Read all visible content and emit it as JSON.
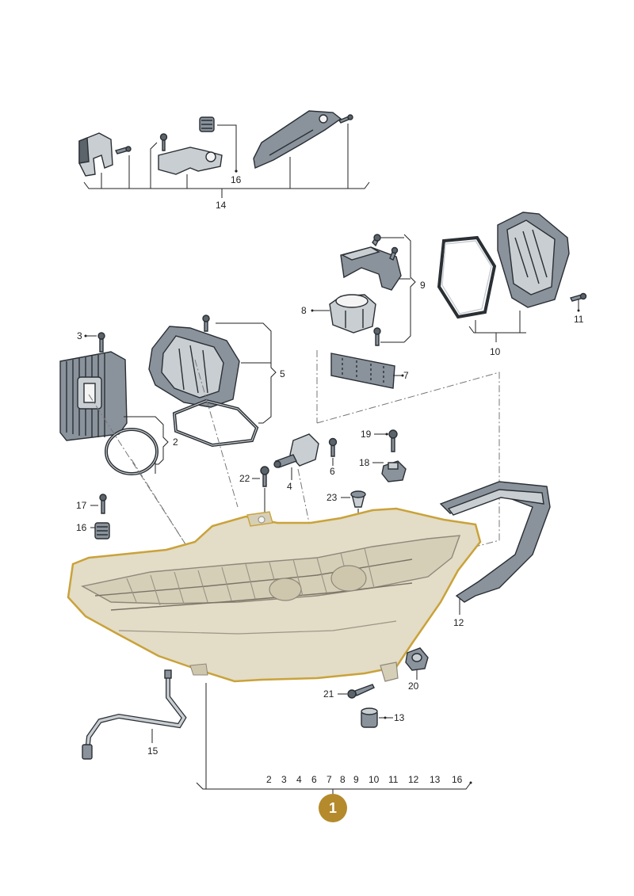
{
  "labels": {
    "l1": "1",
    "l2": "2",
    "l3": "3",
    "l4": "4",
    "l5": "5",
    "l6": "6",
    "l7": "7",
    "l8": "8",
    "l9": "9",
    "l10": "10",
    "l11": "11",
    "l12": "12",
    "l13": "13",
    "l14": "14",
    "l15": "15",
    "l16a": "16",
    "l16b": "16",
    "l17": "17",
    "l18": "18",
    "l19": "19",
    "l20": "20",
    "l21": "21",
    "l22": "22",
    "l23": "23"
  },
  "housing_parts": [
    "2",
    "3",
    "4",
    "6",
    "7",
    "8",
    "9",
    "10",
    "11",
    "12",
    "13",
    "16"
  ],
  "colors": {
    "badge": "#b48a2c",
    "headlight_outline": "#c9a23a",
    "headlight_fill": "#e3dcc6"
  }
}
